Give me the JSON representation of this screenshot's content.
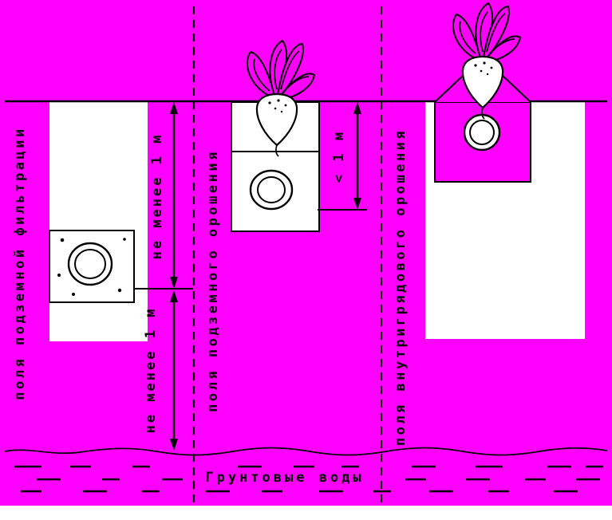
{
  "colors": {
    "background": "#FF00FF",
    "ink": "#000000",
    "paper": "#FFFFFF"
  },
  "sections": {
    "left": {
      "label": "поля подземной фильтрации"
    },
    "middle": {
      "label": "поля подземного орошения"
    },
    "right": {
      "label": "поля внутригрядового орошения"
    }
  },
  "dimensions": {
    "left_upper": "не менее 1 м",
    "left_lower": "не менее 1 м",
    "middle_depth": "< 1 м"
  },
  "groundwater": {
    "label": "Грунтовые воды"
  }
}
